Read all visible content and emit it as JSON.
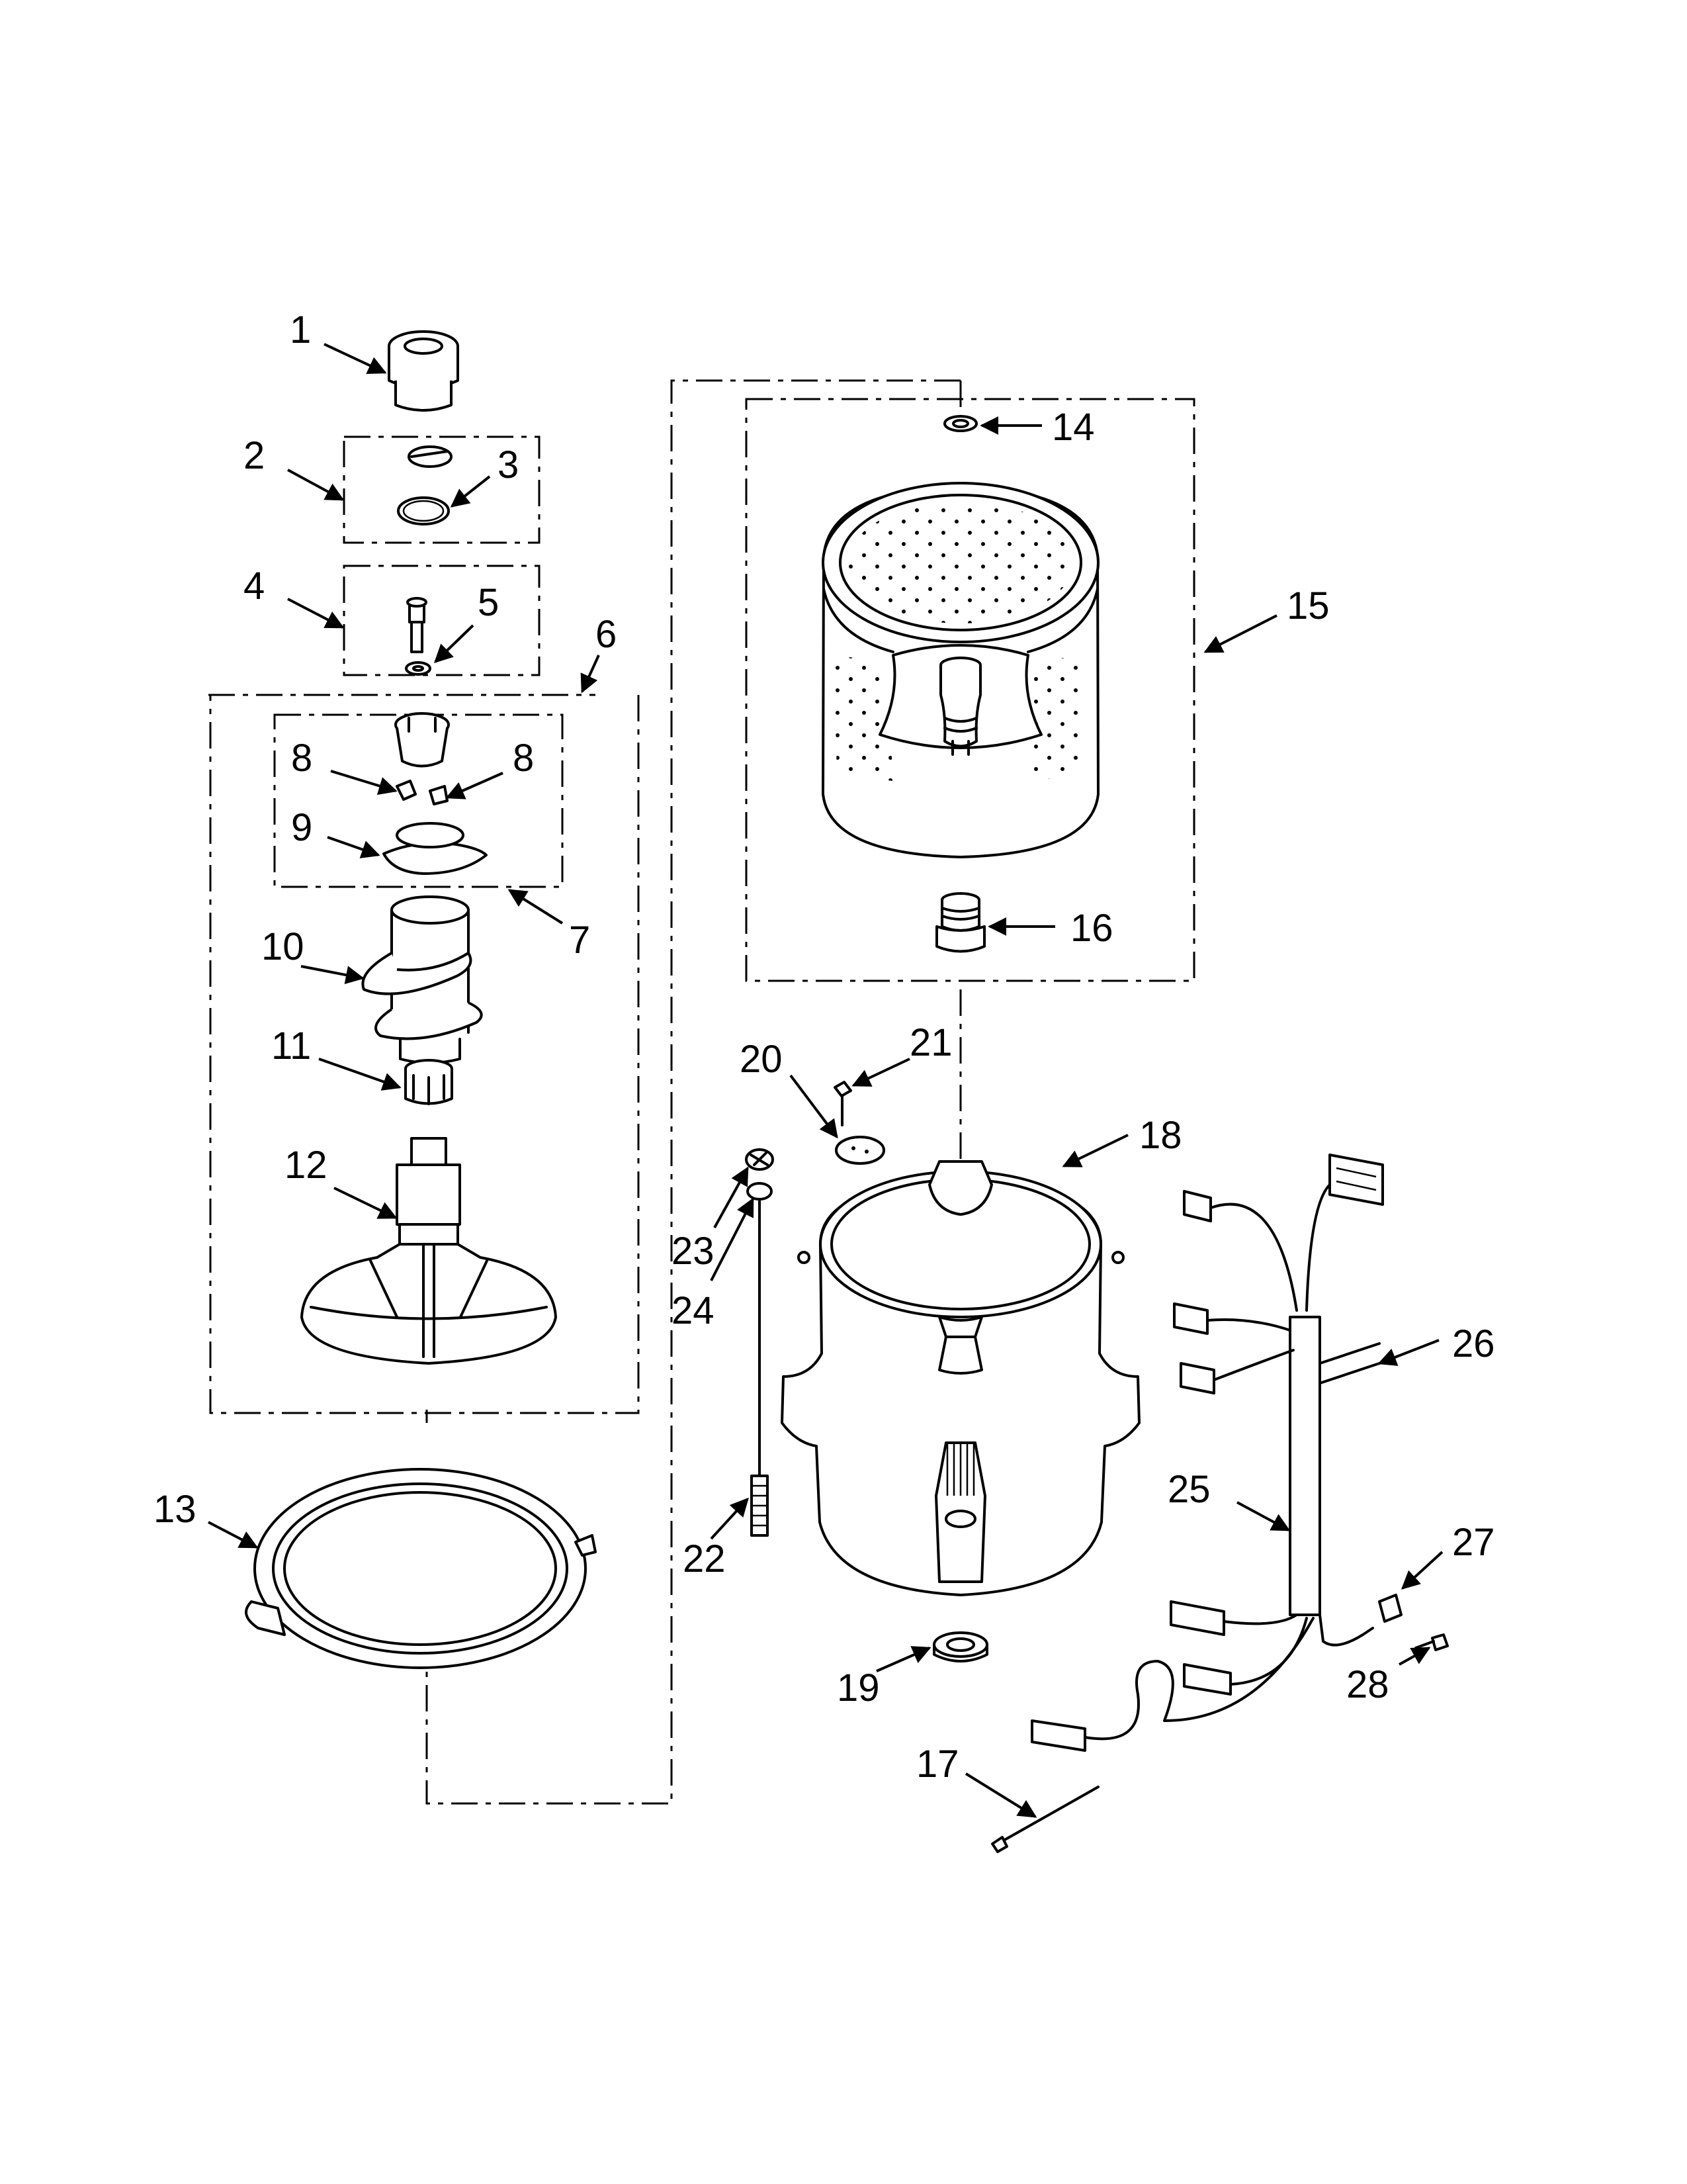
{
  "callouts": [
    {
      "id": "1",
      "text": "1"
    },
    {
      "id": "2",
      "text": "2"
    },
    {
      "id": "3",
      "text": "3"
    },
    {
      "id": "4",
      "text": "4"
    },
    {
      "id": "5",
      "text": "5"
    },
    {
      "id": "6",
      "text": "6"
    },
    {
      "id": "7",
      "text": "7"
    },
    {
      "id": "8a",
      "text": "8"
    },
    {
      "id": "8b",
      "text": "8"
    },
    {
      "id": "9",
      "text": "9"
    },
    {
      "id": "10",
      "text": "10"
    },
    {
      "id": "11",
      "text": "11"
    },
    {
      "id": "12",
      "text": "12"
    },
    {
      "id": "13",
      "text": "13"
    },
    {
      "id": "14",
      "text": "14"
    },
    {
      "id": "15",
      "text": "15"
    },
    {
      "id": "16",
      "text": "16"
    },
    {
      "id": "17",
      "text": "17"
    },
    {
      "id": "18",
      "text": "18"
    },
    {
      "id": "19",
      "text": "19"
    },
    {
      "id": "20",
      "text": "20"
    },
    {
      "id": "21",
      "text": "21"
    },
    {
      "id": "22",
      "text": "22"
    },
    {
      "id": "23",
      "text": "23"
    },
    {
      "id": "24",
      "text": "24"
    },
    {
      "id": "25",
      "text": "25"
    },
    {
      "id": "26",
      "text": "26"
    },
    {
      "id": "27",
      "text": "27"
    },
    {
      "id": "28",
      "text": "28"
    }
  ]
}
